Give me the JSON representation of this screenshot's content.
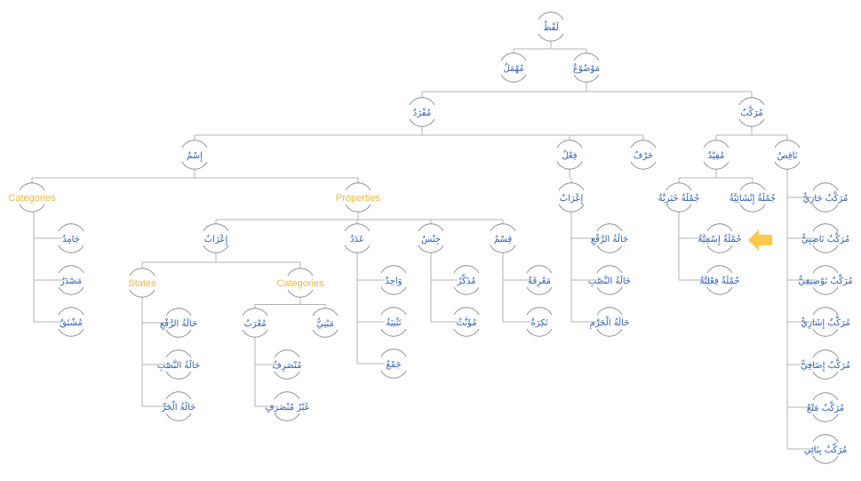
{
  "colors": {
    "arabic_label": "#2e5fb7",
    "english_label": "#f5b73b",
    "connector": "#b3b3b3",
    "arc": "#8c8c8c",
    "arrow": "#ffc94d"
  },
  "nodes": [
    {
      "id": "lafz",
      "label": "لَفْظٌ",
      "parent": null,
      "kind": "ar"
    },
    {
      "id": "muhmal",
      "label": "مُهْمَلٌ",
      "parent": "lafz",
      "kind": "ar"
    },
    {
      "id": "mawdu",
      "label": "مَوْضُوْعٌ",
      "parent": "lafz",
      "kind": "ar"
    },
    {
      "id": "mufrad",
      "label": "مُفْرَدٌ",
      "parent": "mawdu",
      "kind": "ar"
    },
    {
      "id": "murakkab",
      "label": "مُرَكَّبٌ",
      "parent": "mawdu",
      "kind": "ar"
    },
    {
      "id": "ism",
      "label": "إِسْمٌ",
      "parent": "mufrad",
      "kind": "ar"
    },
    {
      "id": "fil",
      "label": "فِعْلٌ",
      "parent": "mufrad",
      "kind": "ar"
    },
    {
      "id": "harf",
      "label": "حَرْفٌ",
      "parent": "mufrad",
      "kind": "ar"
    },
    {
      "id": "mufid",
      "label": "مُفِيْدٌ",
      "parent": "murakkab",
      "kind": "ar"
    },
    {
      "id": "naqis",
      "label": "نَاقِصٌ",
      "parent": "murakkab",
      "kind": "ar"
    },
    {
      "id": "ism_categories",
      "label": "Categories",
      "parent": "ism",
      "kind": "en"
    },
    {
      "id": "ism_properties",
      "label": "Properties",
      "parent": "ism",
      "kind": "en"
    },
    {
      "id": "jamid",
      "label": "جَامِدٌ",
      "parent": "ism_categories",
      "kind": "ar"
    },
    {
      "id": "masdar",
      "label": "مَصْدَرٌ",
      "parent": "ism_categories",
      "kind": "ar"
    },
    {
      "id": "mushtaq",
      "label": "مُشْتَقٌ",
      "parent": "ism_categories",
      "kind": "ar"
    },
    {
      "id": "irab",
      "label": "إِعْرَابٌ",
      "parent": "ism_properties",
      "kind": "ar"
    },
    {
      "id": "adad",
      "label": "عَدَدٌ",
      "parent": "ism_properties",
      "kind": "ar"
    },
    {
      "id": "jins",
      "label": "جِنْسٌ",
      "parent": "ism_properties",
      "kind": "ar"
    },
    {
      "id": "qism",
      "label": "قِسْمٌ",
      "parent": "ism_properties",
      "kind": "ar"
    },
    {
      "id": "states",
      "label": "States",
      "parent": "irab",
      "kind": "en"
    },
    {
      "id": "irab_categories",
      "label": "Categories",
      "parent": "irab",
      "kind": "en"
    },
    {
      "id": "st_raf",
      "label": "حَالَةُ الرَّفْعِ",
      "parent": "states",
      "kind": "ar"
    },
    {
      "id": "st_nasb",
      "label": "حَالَةُ النَّصْبِ",
      "parent": "states",
      "kind": "ar"
    },
    {
      "id": "st_jarr",
      "label": "حَالَةُ الْجَرِّ",
      "parent": "states",
      "kind": "ar"
    },
    {
      "id": "murab",
      "label": "مُعْرَبٌ",
      "parent": "irab_categories",
      "kind": "ar"
    },
    {
      "id": "mabni",
      "label": "مَبْنِيٌّ",
      "parent": "irab_categories",
      "kind": "ar"
    },
    {
      "id": "munsarif",
      "label": "مُنْصَرِفٌ",
      "parent": "murab",
      "kind": "ar"
    },
    {
      "id": "ghayr_munsarif",
      "label": "غَيْرُ مُنْصَرِفٍ",
      "parent": "murab",
      "kind": "ar"
    },
    {
      "id": "wahid",
      "label": "وَاحِدٌ",
      "parent": "adad",
      "kind": "ar"
    },
    {
      "id": "tathniya",
      "label": "تَثْنِيَةٌ",
      "parent": "adad",
      "kind": "ar"
    },
    {
      "id": "jam",
      "label": "جَمْعٌ",
      "parent": "adad",
      "kind": "ar"
    },
    {
      "id": "mudhakkar",
      "label": "مُذَكَّرٌ",
      "parent": "jins",
      "kind": "ar"
    },
    {
      "id": "muannath",
      "label": "مُؤَنَّثٌ",
      "parent": "jins",
      "kind": "ar"
    },
    {
      "id": "marifa",
      "label": "مَعْرِفَةٌ",
      "parent": "qism",
      "kind": "ar"
    },
    {
      "id": "nakira",
      "label": "نَكِرَةٌ",
      "parent": "qism",
      "kind": "ar"
    },
    {
      "id": "fil_irab",
      "label": "إِعْرَابٌ",
      "parent": "fil",
      "kind": "ar"
    },
    {
      "id": "fil_raf",
      "label": "حَالَةُ الرَّفْعِ",
      "parent": "fil_irab",
      "kind": "ar"
    },
    {
      "id": "fil_nasb",
      "label": "حَالَةُ النَّصْبِ",
      "parent": "fil_irab",
      "kind": "ar"
    },
    {
      "id": "fil_jazm",
      "label": "حَالَةُ الْجَزْمِ",
      "parent": "fil_irab",
      "kind": "ar"
    },
    {
      "id": "khabariyya",
      "label": "جُمْلَةٌ خَبَرِيَّةٌ",
      "parent": "mufid",
      "kind": "ar"
    },
    {
      "id": "inshaiyya",
      "label": "جُمْلَةٌ إِنْشَائِيَّةٌ",
      "parent": "mufid",
      "kind": "ar"
    },
    {
      "id": "ismiyya",
      "label": "جُمْلَةٌ إِسْمِيَّةٌ",
      "parent": "khabariyya",
      "kind": "ar",
      "highlighted": true
    },
    {
      "id": "filiyya",
      "label": "جُمْلَةٌ فِعْلِيَّةٌ",
      "parent": "khabariyya",
      "kind": "ar"
    },
    {
      "id": "m_jari",
      "label": "مُرَكَّبٌ جَارِيٌّ",
      "parent": "naqis",
      "kind": "ar"
    },
    {
      "id": "m_nasibi",
      "label": "مُرَكَّبٌ نَاصِبِيٌّ",
      "parent": "naqis",
      "kind": "ar"
    },
    {
      "id": "m_tawsifi",
      "label": "مُرَكَّبٌ تَوْصِيفِيٌّ",
      "parent": "naqis",
      "kind": "ar"
    },
    {
      "id": "m_ishari",
      "label": "مُرَكَّبٌ إِشَارِيٌّ",
      "parent": "naqis",
      "kind": "ar"
    },
    {
      "id": "m_idafi",
      "label": "مُرَكَّبٌ إِضَافِيٌّ",
      "parent": "naqis",
      "kind": "ar"
    },
    {
      "id": "m_mana",
      "label": "مُرَكَّبٌ مَنْعٌ",
      "parent": "naqis",
      "kind": "ar"
    },
    {
      "id": "m_binai",
      "label": "مُرَكَّبٌ بِنَائِي",
      "parent": "naqis",
      "kind": "ar"
    }
  ],
  "highlight_arrow": {
    "points_to": "ismiyya",
    "direction": "left"
  }
}
